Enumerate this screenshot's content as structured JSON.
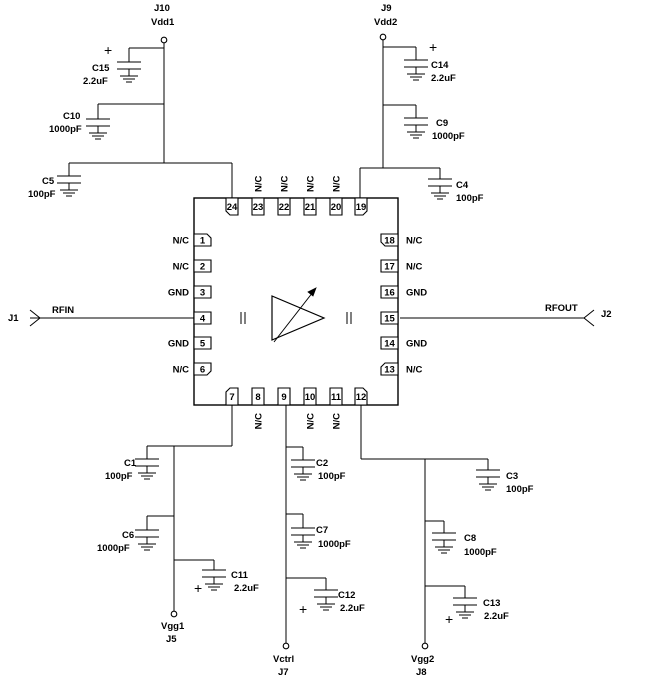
{
  "package_pins": [
    {
      "num": "1",
      "label": "N/C"
    },
    {
      "num": "2",
      "label": "N/C"
    },
    {
      "num": "3",
      "label": "GND"
    },
    {
      "num": "4",
      "label": ""
    },
    {
      "num": "5",
      "label": "GND"
    },
    {
      "num": "6",
      "label": "N/C"
    },
    {
      "num": "7",
      "label": ""
    },
    {
      "num": "8",
      "label": "N/C"
    },
    {
      "num": "9",
      "label": ""
    },
    {
      "num": "10",
      "label": "N/C"
    },
    {
      "num": "11",
      "label": "N/C"
    },
    {
      "num": "12",
      "label": ""
    },
    {
      "num": "13",
      "label": "N/C"
    },
    {
      "num": "14",
      "label": "GND"
    },
    {
      "num": "15",
      "label": ""
    },
    {
      "num": "16",
      "label": "GND"
    },
    {
      "num": "17",
      "label": "N/C"
    },
    {
      "num": "18",
      "label": "N/C"
    },
    {
      "num": "19",
      "label": ""
    },
    {
      "num": "20",
      "label": "N/C"
    },
    {
      "num": "21",
      "label": "N/C"
    },
    {
      "num": "22",
      "label": "N/C"
    },
    {
      "num": "23",
      "label": "N/C"
    },
    {
      "num": "24",
      "label": ""
    }
  ],
  "connectors": {
    "j10": {
      "ref": "J10",
      "net": "Vdd1"
    },
    "j9": {
      "ref": "J9",
      "net": "Vdd2"
    },
    "j1": {
      "ref": "J1",
      "net": "RFIN"
    },
    "j2": {
      "ref": "J2",
      "net": "RFOUT"
    },
    "j5": {
      "ref": "J5",
      "net": "Vgg1"
    },
    "j7": {
      "ref": "J7",
      "net": "Vctrl"
    },
    "j8": {
      "ref": "J8",
      "net": "Vgg2"
    }
  },
  "capacitors": {
    "c15": {
      "ref": "C15",
      "value": "2.2uF"
    },
    "c10": {
      "ref": "C10",
      "value": "1000pF"
    },
    "c5": {
      "ref": "C5",
      "value": "100pF"
    },
    "c14": {
      "ref": "C14",
      "value": "2.2uF"
    },
    "c9": {
      "ref": "C9",
      "value": "1000pF"
    },
    "c4": {
      "ref": "C4",
      "value": "100pF"
    },
    "c1": {
      "ref": "C1",
      "value": "100pF"
    },
    "c6": {
      "ref": "C6",
      "value": "1000pF"
    },
    "c11": {
      "ref": "C11",
      "value": "2.2uF"
    },
    "c2": {
      "ref": "C2",
      "value": "100pF"
    },
    "c7": {
      "ref": "C7",
      "value": "1000pF"
    },
    "c12": {
      "ref": "C12",
      "value": "2.2uF"
    },
    "c3": {
      "ref": "C3",
      "value": "100pF"
    },
    "c8": {
      "ref": "C8",
      "value": "1000pF"
    },
    "c13": {
      "ref": "C13",
      "value": "2.2uF"
    }
  },
  "polarity_mark": "+"
}
